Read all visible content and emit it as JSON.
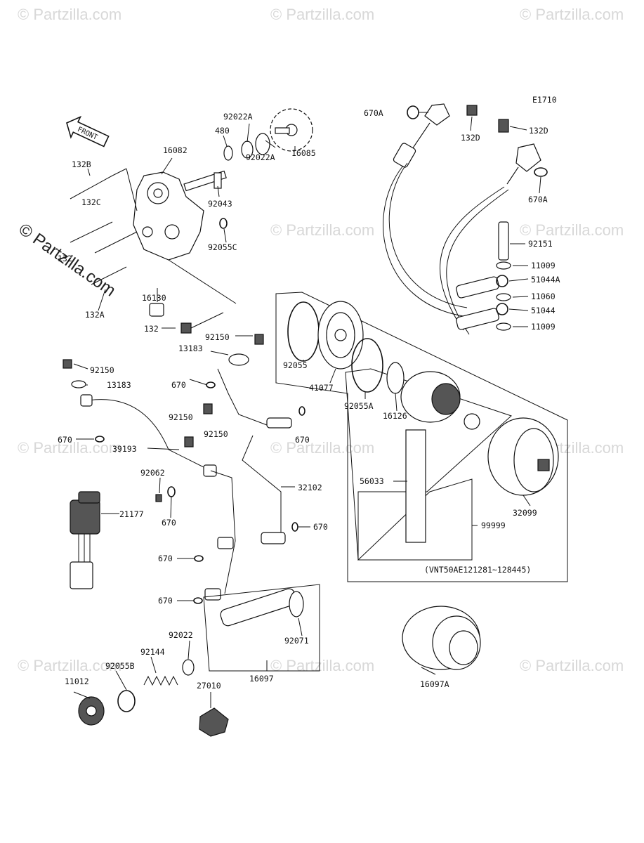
{
  "diagram_code": "E1710",
  "front_label": "FRONT",
  "serial_note": "(VNT50AE121281~128445)",
  "watermark": "© Partzilla.com",
  "watermark_small": "© Partzilla.com",
  "labels": {
    "p92022A_top": "92022A",
    "p480": "480",
    "p16082": "16082",
    "p132B": "132B",
    "p132C": "132C",
    "p92043": "92043",
    "p92022A_bot": "92022A",
    "p16085": "16085",
    "p92055C": "92055C",
    "p132_left": "132",
    "p132A": "132A",
    "p16130": "16130",
    "p132": "132",
    "p92150_a": "92150",
    "p13183_a": "13183",
    "p92150_b": "92150",
    "p13183_b": "13183",
    "p670_a": "670",
    "p670_b": "670",
    "p92150_c": "92150",
    "p92150_d": "92150",
    "p39193": "39193",
    "p92062": "92062",
    "p670_c": "670",
    "p21177": "21177",
    "p670_d": "670",
    "p670_e": "670",
    "p32102": "32102",
    "p670_f": "670",
    "p670_g": "670",
    "p92022": "92022",
    "p92071": "92071",
    "p92144": "92144",
    "p92055B": "92055B",
    "p11012": "11012",
    "p27010": "27010",
    "p16097": "16097",
    "p16097A": "16097A",
    "p670A_top": "670A",
    "p132D_a": "132D",
    "p132D_b": "132D",
    "p670A_bot": "670A",
    "p92151": "92151",
    "p11009_a": "11009",
    "p51044A": "51044A",
    "p11060": "11060",
    "p51044": "51044",
    "p11009_b": "11009",
    "p92055": "92055",
    "p41077": "41077",
    "p92055A": "92055A",
    "p16126": "16126",
    "p56033": "56033",
    "p32099": "32099",
    "p99999": "99999"
  }
}
